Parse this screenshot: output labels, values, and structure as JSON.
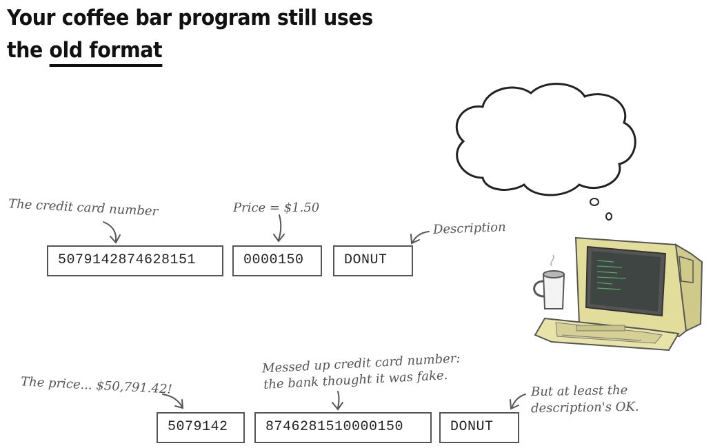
{
  "title": {
    "line1": "Your coffee bar program still uses",
    "line2_prefix": "the ",
    "line2_underlined": "old format"
  },
  "top_record": {
    "fields": [
      "5079142874628151",
      "0000150",
      "DONUT"
    ],
    "annotations": {
      "card": "The credit card number",
      "price": "Price = $1.50",
      "description": "Description"
    }
  },
  "bottom_record": {
    "fields": [
      "5079142",
      "8746281510000150",
      "DONUT"
    ],
    "annotations": {
      "price": "The price... $50,791.42!",
      "card_line1": "Messed up credit card number:",
      "card_line2": "the bank thought it was fake.",
      "desc_line1": "But at least the",
      "desc_line2": "description's OK."
    }
  },
  "illustration": {
    "thought_cloud": "empty thought-cloud",
    "computer": "crt-computer-icon",
    "mug": "coffee-mug-icon"
  }
}
